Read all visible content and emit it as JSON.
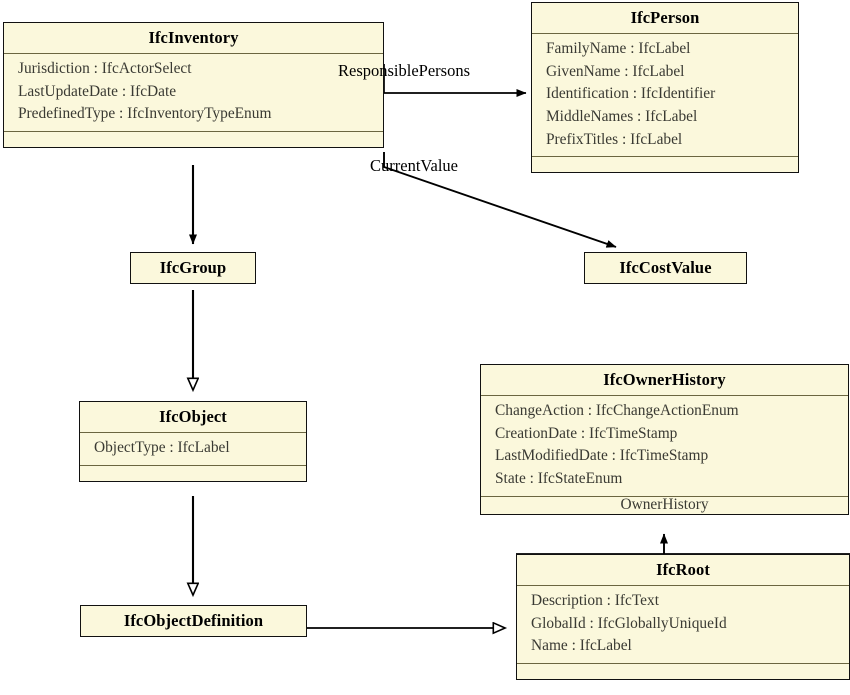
{
  "diagram": {
    "title": "IfcInventory UML class diagram",
    "type": "uml-class-diagram",
    "background_color": "#ffffff",
    "class_fill_color": "#fbf8dc",
    "class_border_color": "#111111",
    "compartment_divider_color": "#6b6640",
    "edge_color": "#000000"
  },
  "classes": {
    "ifcinventory": {
      "name": "IfcInventory",
      "attributes": [
        "Jurisdiction : IfcActorSelect",
        "LastUpdateDate : IfcDate",
        "PredefinedType : IfcInventoryTypeEnum"
      ],
      "operations": []
    },
    "ifcperson": {
      "name": "IfcPerson",
      "attributes": [
        "FamilyName : IfcLabel",
        "GivenName : IfcLabel",
        "Identification : IfcIdentifier",
        "MiddleNames : IfcLabel",
        "PrefixTitles : IfcLabel"
      ],
      "operations": []
    },
    "ifcgroup": {
      "name": "IfcGroup",
      "attributes": [],
      "operations": []
    },
    "ifccostvalue": {
      "name": "IfcCostValue",
      "attributes": [],
      "operations": []
    },
    "ifcobject": {
      "name": "IfcObject",
      "attributes": [
        "ObjectType : IfcLabel"
      ],
      "operations": []
    },
    "ifcownerhistory": {
      "name": "IfcOwnerHistory",
      "attributes": [
        "ChangeAction : IfcChangeActionEnum",
        "CreationDate : IfcTimeStamp",
        "LastModifiedDate : IfcTimeStamp",
        "State : IfcStateEnum"
      ],
      "operations": [],
      "bottom_label": "OwnerHistory"
    },
    "ifcobjectdefinition": {
      "name": "IfcObjectDefinition",
      "attributes": [],
      "operations": []
    },
    "ifcroot": {
      "name": "IfcRoot",
      "attributes": [
        "Description : IfcText",
        "GlobalId : IfcGloballyUniqueId",
        "Name : IfcLabel"
      ],
      "operations": []
    }
  },
  "edges": [
    {
      "id": "responsiblepersons",
      "label": "ResponsiblePersons",
      "from": "IfcInventory",
      "to": "IfcPerson",
      "arrow": "filled-arrow"
    },
    {
      "id": "currentvalue",
      "label": "CurrentValue",
      "from": "IfcInventory",
      "to": "IfcCostValue",
      "arrow": "filled-arrow"
    },
    {
      "id": "inventory-group",
      "label": "",
      "from": "IfcInventory",
      "to": "IfcGroup",
      "arrow": "hollow-triangle"
    },
    {
      "id": "group-object",
      "label": "",
      "from": "IfcGroup",
      "to": "IfcObject",
      "arrow": "hollow-triangle"
    },
    {
      "id": "object-objectdefinition",
      "label": "",
      "from": "IfcObject",
      "to": "IfcObjectDefinition",
      "arrow": "hollow-triangle"
    },
    {
      "id": "objectdefinition-root",
      "label": "",
      "from": "IfcObjectDefinition",
      "to": "IfcRoot",
      "arrow": "hollow-triangle"
    },
    {
      "id": "root-ownerhistory",
      "label": "OwnerHistory",
      "from": "IfcRoot",
      "to": "IfcOwnerHistory",
      "arrow": "filled-arrow"
    }
  ]
}
